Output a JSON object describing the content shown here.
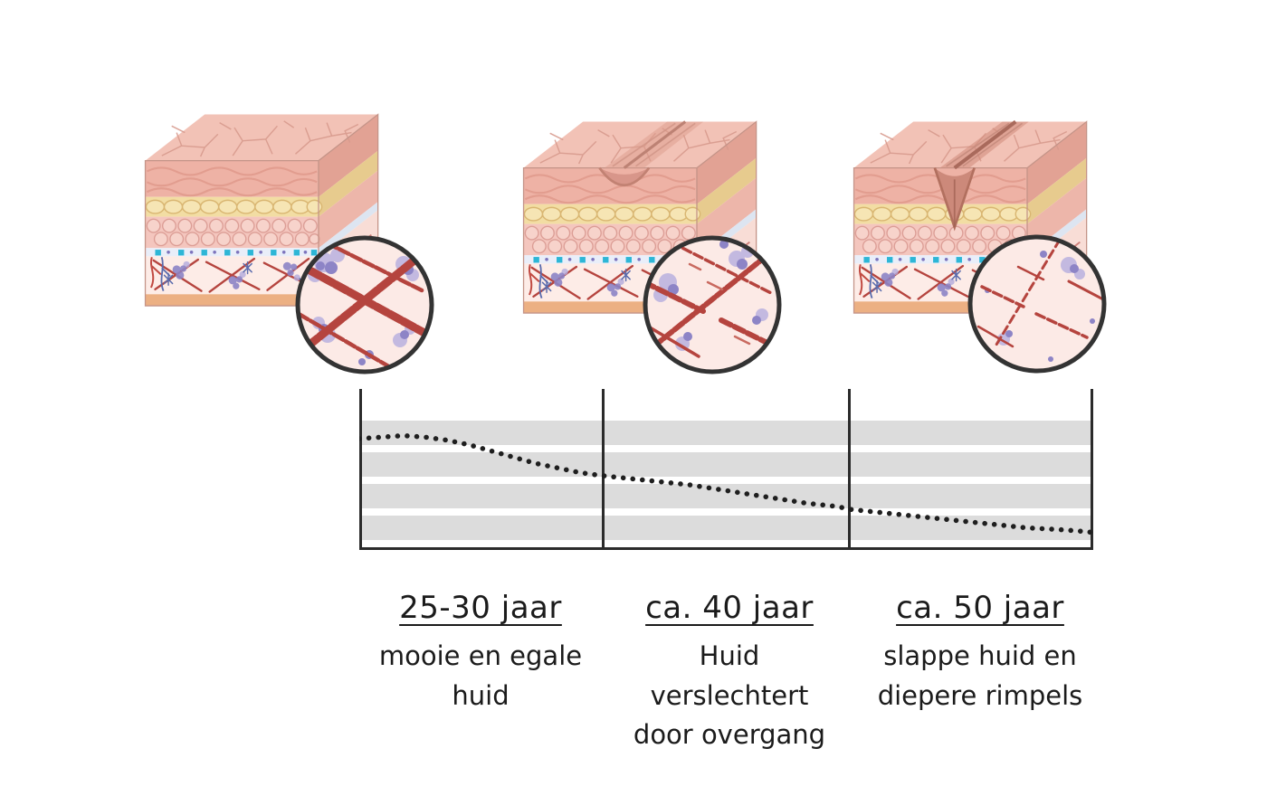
{
  "page": {
    "background": "#ffffff",
    "text_color": "#1b1b1b",
    "language": "nl"
  },
  "stages": [
    {
      "age": "25-30 jaar",
      "description": "mooie en egale\nhuid",
      "illustration": "smooth-skin-cross-section",
      "zoom": "dense-thick-collagen-fibers"
    },
    {
      "age": "ca. 40 jaar",
      "description": "Huid\nverslechtert\ndoor overgang",
      "illustration": "skin-cross-section-with-wrinkle",
      "zoom": "weakened-collagen-fibers"
    },
    {
      "age": "ca. 50 jaar",
      "description": "slappe huid en\ndiepere rimpels",
      "illustration": "skin-cross-section-with-deep-wrinkle",
      "zoom": "sparse-broken-collagen-fibers"
    }
  ],
  "chart_data": {
    "type": "line",
    "title": "",
    "style": "dotted",
    "line_color": "#1f1f1f",
    "band_color": "#dcdcdc",
    "axis_color": "#2b2b2b",
    "x_axis": {
      "sections": [
        "25-30 jaar",
        "ca. 40 jaar",
        "ca. 50 jaar"
      ],
      "dividers": 4
    },
    "y_axis": {
      "label": "",
      "range": [
        0,
        100
      ],
      "bands": 4
    },
    "series": [
      {
        "name": "skin-quality-curve",
        "x_pct": [
          0,
          3,
          6,
          9,
          12,
          15,
          18,
          21,
          24,
          27,
          30,
          33,
          37,
          41,
          45,
          49,
          53,
          57,
          61,
          65,
          67,
          71,
          75,
          79,
          83,
          87,
          91,
          95,
          98,
          100
        ],
        "y_pct": [
          70,
          71,
          72,
          71,
          69,
          66,
          62,
          58,
          54,
          51,
          48,
          46,
          44,
          42,
          40,
          37,
          34,
          31,
          28,
          26,
          24,
          22,
          20,
          18,
          16,
          14,
          12,
          11,
          10,
          9
        ]
      }
    ]
  }
}
